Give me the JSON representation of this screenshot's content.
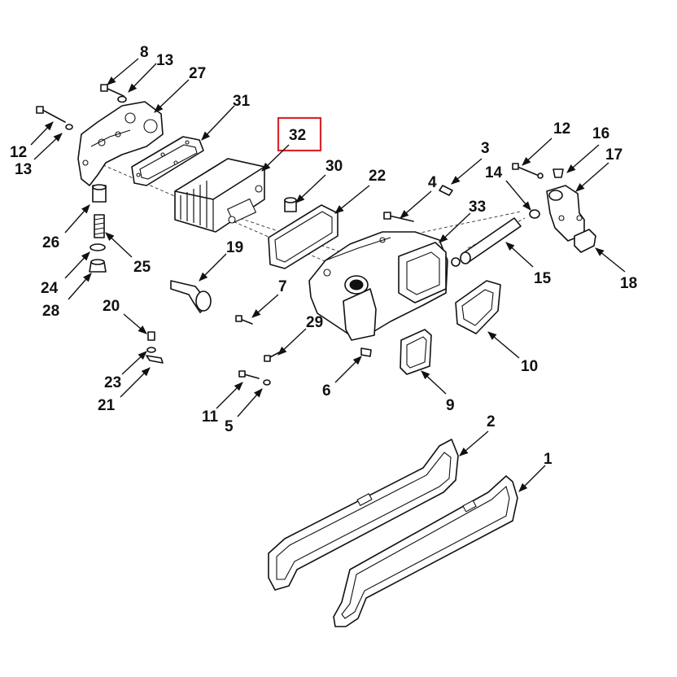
{
  "diagram": {
    "highlight_color": "#d9262c",
    "line_color": "#111111",
    "background": "#ffffff",
    "highlighted_callout": "32",
    "callouts": [
      "8",
      "13",
      "27",
      "31",
      "12",
      "13",
      "32",
      "3",
      "12",
      "16",
      "17",
      "30",
      "22",
      "14",
      "4",
      "33",
      "26",
      "25",
      "24",
      "28",
      "19",
      "15",
      "18",
      "7",
      "20",
      "29",
      "10",
      "23",
      "21",
      "6",
      "9",
      "11",
      "5",
      "2",
      "1"
    ]
  }
}
